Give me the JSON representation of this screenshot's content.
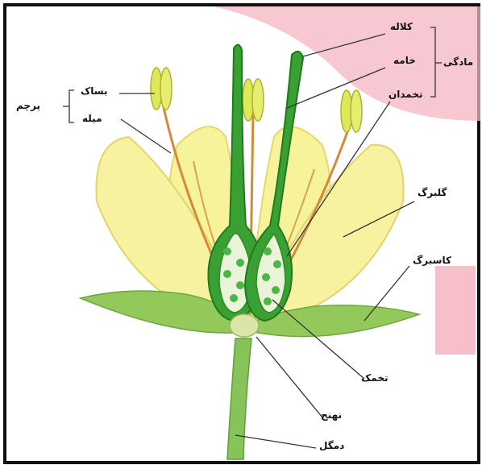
{
  "colors": {
    "frame": "#111111",
    "petal": "#f6f39a",
    "petal_edge": "#e8e07a",
    "sepal": "#93c95a",
    "pistil": "#2f9a2a",
    "stamen_filament": "#d28a3c",
    "anther": "#dfe85a",
    "watermark": "#f4b6c2"
  },
  "labels": {
    "stigma": "کلاله",
    "style": "خامه",
    "ovary": "تخمدان",
    "pistil": "مادگی",
    "anther": "بساک",
    "filament": "میله",
    "stamen": "پرچم",
    "petal": "گلبرگ",
    "sepal": "کاسبرگ",
    "ovule": "تخمک",
    "receptacle": "نهنج",
    "stalk": "دمگل"
  }
}
